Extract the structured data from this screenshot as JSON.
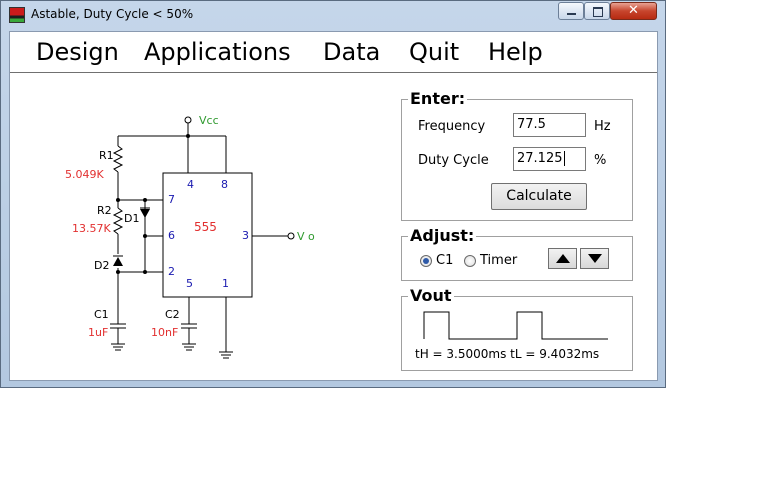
{
  "window": {
    "title": "Astable, Duty Cycle < 50%"
  },
  "menu": [
    "Design",
    "Applications",
    "Data",
    "Quit",
    "Help"
  ],
  "circuit": {
    "vcc": "Vcc",
    "vo": "V o",
    "ic_name": "555",
    "pins": [
      "4",
      "8",
      "7",
      "6",
      "2",
      "5",
      "1",
      "3"
    ],
    "r1": {
      "name": "R1",
      "value": "5.049K"
    },
    "r2": {
      "name": "R2",
      "value": "13.57K"
    },
    "d1": "D1",
    "d2": "D2",
    "c1": {
      "name": "C1",
      "value": "1uF"
    },
    "c2": {
      "name": "C2",
      "value": "10nF"
    }
  },
  "enter": {
    "legend": "Enter:",
    "frequency_label": "Frequency",
    "frequency_value": "77.5",
    "frequency_unit": "Hz",
    "duty_label": "Duty Cycle",
    "duty_value": "27.125",
    "duty_unit": "%",
    "calculate": "Calculate"
  },
  "adjust": {
    "legend": "Adjust:",
    "options": [
      "C1",
      "Timer"
    ],
    "selected": "C1"
  },
  "vout": {
    "legend": "Vout",
    "readout": "tH = 3.5000ms  tL = 9.4032ms"
  },
  "colors": {
    "value_red": "#e23030",
    "label_green": "#2f9a2f",
    "pin_blue": "#1a1ab0"
  }
}
